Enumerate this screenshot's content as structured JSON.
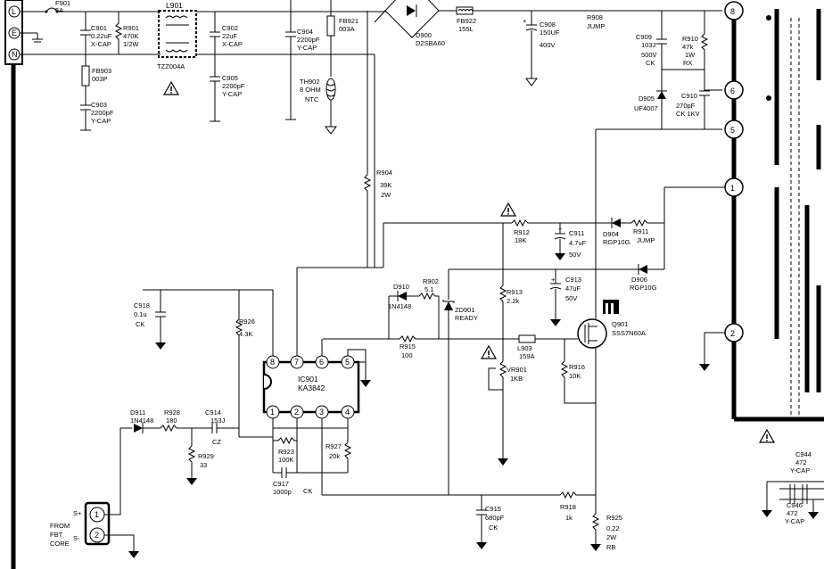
{
  "connector_main": {
    "pins": [
      "L",
      "E",
      "N"
    ]
  },
  "fuse": {
    "ref": "F901",
    "value": "5A"
  },
  "c901": {
    "ref": "C901",
    "value": "0.22uF",
    "type": "X-CAP"
  },
  "r901": {
    "ref": "R901",
    "value": "470K",
    "rating": "1/2W"
  },
  "fb903": {
    "ref": "FB903",
    "value": "003P"
  },
  "c903": {
    "ref": "C903",
    "value": "2200pF",
    "type": "Y-CAP"
  },
  "l901": {
    "ref": "L901",
    "part": "TZZ004A"
  },
  "c902": {
    "ref": "C902",
    "value": "22uF",
    "type": "X-CAP"
  },
  "c905": {
    "ref": "C905",
    "value": "2200pF",
    "type": "Y-CAP"
  },
  "c904": {
    "ref": "C904",
    "value": "2200pF",
    "type": "Y-CAP"
  },
  "fb921": {
    "ref": "FB921",
    "value": "003A"
  },
  "th902": {
    "ref": "TH902",
    "value": "8 OHM",
    "type": "NTC"
  },
  "d900": {
    "ref": "D900",
    "part": "D2SBA60"
  },
  "fb922": {
    "ref": "FB922",
    "value": "155L"
  },
  "c908": {
    "ref": "C908",
    "value": "150UF",
    "rating": "400V"
  },
  "r908": {
    "ref": "R908",
    "value": "JUMP"
  },
  "c909": {
    "ref": "C909",
    "value": "103J",
    "rating": "500V",
    "type": "CK"
  },
  "r910": {
    "ref": "R910",
    "value": "47k",
    "rating": "1W",
    "type": "RX"
  },
  "d905": {
    "ref": "D905",
    "part": "UF4007"
  },
  "c910": {
    "ref": "C910",
    "value": "270pF",
    "type": "CK 1KV"
  },
  "r904": {
    "ref": "R904",
    "value": "39K",
    "rating": "2W"
  },
  "r912": {
    "ref": "R912",
    "value": "18K"
  },
  "c911": {
    "ref": "C911",
    "value": "4.7uF",
    "rating": "50V"
  },
  "d904": {
    "ref": "D904",
    "part": "RGP10G"
  },
  "r911": {
    "ref": "R911",
    "value": "JUMP"
  },
  "d906": {
    "ref": "D906",
    "part": "RGP10G"
  },
  "c913": {
    "ref": "C913",
    "value": "47uF",
    "rating": "50V"
  },
  "r913": {
    "ref": "R913",
    "value": "2.2k"
  },
  "d910": {
    "ref": "D910",
    "part": "1N4148"
  },
  "r902": {
    "ref": "R902",
    "value": "5.1"
  },
  "zd901": {
    "ref": "ZD901",
    "value": "READY"
  },
  "r915": {
    "ref": "R915",
    "value": "100"
  },
  "l903": {
    "ref": "L903",
    "value": "159A"
  },
  "q901": {
    "ref": "Q901",
    "part": "SSS7N60A"
  },
  "vr901": {
    "ref": "VR901",
    "value": "1KB"
  },
  "r916": {
    "ref": "R916",
    "value": "10K"
  },
  "c918": {
    "ref": "C918",
    "value": "0.1u",
    "type": "CK"
  },
  "r926": {
    "ref": "R926",
    "value": "4.3K"
  },
  "ic901": {
    "ref": "IC901",
    "part": "KA3842",
    "pins_top": [
      "8",
      "7",
      "6",
      "5"
    ],
    "pins_bottom": [
      "1",
      "2",
      "3",
      "4"
    ]
  },
  "d911": {
    "ref": "D911",
    "part": "1N4148"
  },
  "r928": {
    "ref": "R928",
    "value": "180"
  },
  "c914": {
    "ref": "C914",
    "value": "153J",
    "type": "CZ"
  },
  "r929": {
    "ref": "R929",
    "value": "33"
  },
  "r923": {
    "ref": "R923",
    "value": "100K"
  },
  "c917": {
    "ref": "C917",
    "value": "1000p",
    "type": "CK"
  },
  "r927": {
    "ref": "R927",
    "value": "20k"
  },
  "c915": {
    "ref": "C915",
    "value": "680pF",
    "type": "CK"
  },
  "r918": {
    "ref": "R918",
    "value": "1k"
  },
  "r925": {
    "ref": "R925",
    "value": "0.22",
    "rating": "2W",
    "type": "RB"
  },
  "fbt_connector": {
    "pin_labels": [
      "S+",
      "S-"
    ],
    "pins": [
      "1",
      "2"
    ],
    "caption": [
      "FROM",
      "FBT",
      "CORE"
    ]
  },
  "transformer_pins": [
    "8",
    "6",
    "5",
    "1",
    "2"
  ],
  "c944": {
    "ref": "C944",
    "value": "472",
    "type": "Y-CAP"
  },
  "c946": {
    "ref": "C946",
    "value": "472",
    "type": "Y-CAP"
  },
  "warning_symbol": "!"
}
